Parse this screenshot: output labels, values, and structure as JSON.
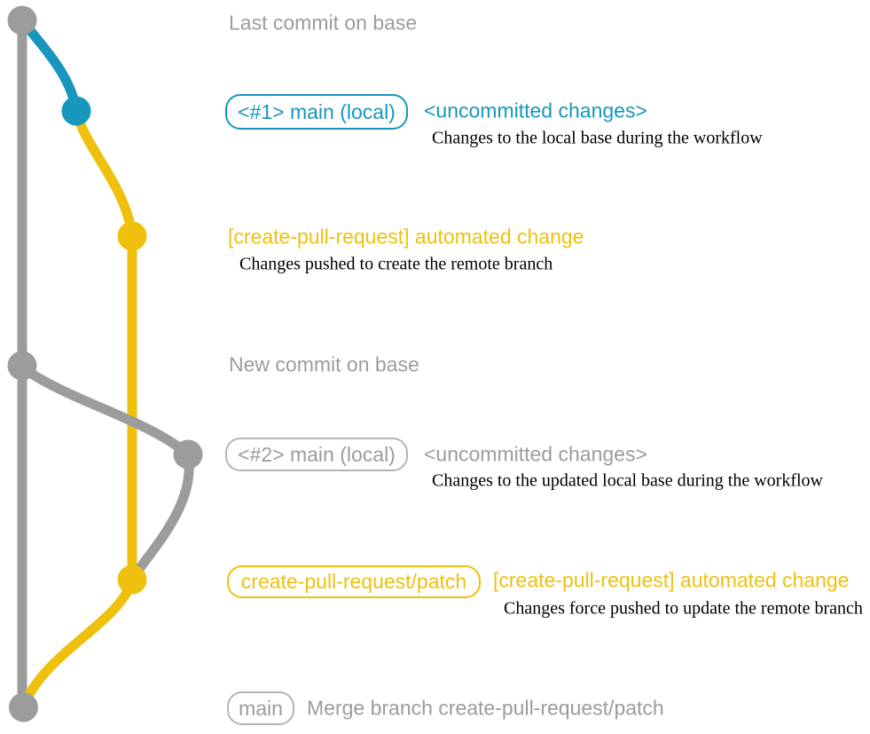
{
  "colors": {
    "gray": "#9c9c9c",
    "gray-border": "#b4b4b4",
    "blue": "#1796be",
    "yellow": "#efc00e",
    "black": "#000000"
  },
  "graph": {
    "base_branch": "base (main) branch line",
    "nodes": [
      "last-commit-on-base",
      "local-uncommitted-changes-1",
      "create-pull-request-commit-1",
      "new-commit-on-base",
      "local-uncommitted-changes-2",
      "create-pull-request-commit-2",
      "merge-commit"
    ]
  },
  "rows": {
    "last_commit": {
      "title": "Last commit on base"
    },
    "local1": {
      "badge": "<#1> main (local)",
      "status": "<uncommitted changes>",
      "caption": "Changes to the local base during the workflow"
    },
    "push1": {
      "title": "[create-pull-request] automated change",
      "caption": "Changes pushed to create the remote branch"
    },
    "new_commit": {
      "title": "New commit on base"
    },
    "local2": {
      "badge": "<#2> main (local)",
      "status": "<uncommitted changes>",
      "caption": "Changes to the updated local base during the workflow"
    },
    "push2": {
      "badge": "create-pull-request/patch",
      "title": "[create-pull-request] automated change",
      "caption": "Changes force pushed to update the remote branch"
    },
    "merge": {
      "badge": "main",
      "title": "Merge branch create-pull-request/patch"
    }
  }
}
